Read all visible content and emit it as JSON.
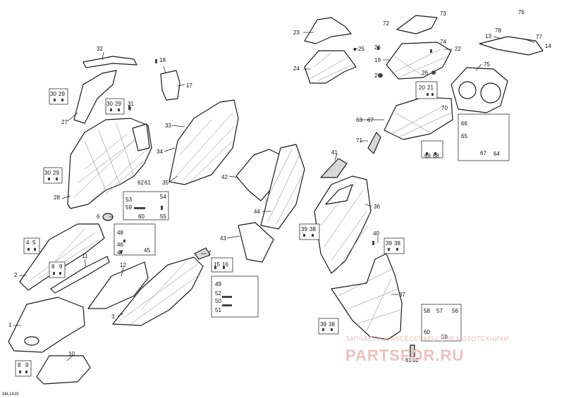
{
  "diagram": {
    "code": "34L1419",
    "callouts": {
      "c1": "1",
      "c2": "2",
      "c3": "3",
      "c4": "4",
      "c5": "5",
      "c6": "6",
      "c7": "7",
      "c8a": "8",
      "c9a": "9",
      "c8b": "8",
      "c9b": "9",
      "c10": "10",
      "c11": "11",
      "c12": "12",
      "c13": "13",
      "c14": "14",
      "c15": "15",
      "c16": "16",
      "c17": "17",
      "c18": "18",
      "c19": "19",
      "c20": "20",
      "c21": "21",
      "c22": "22",
      "c23": "23",
      "c24": "24",
      "c25": "25",
      "c26a": "26",
      "c26b": "26",
      "c26c": "26",
      "c27": "27",
      "c28": "28",
      "c29a": "29",
      "c30a": "30",
      "c29b": "29",
      "c30b": "30",
      "c29c": "29",
      "c30c": "30",
      "c31": "31",
      "c32": "32",
      "c33": "33",
      "c34": "34",
      "c35": "35",
      "c36": "36",
      "c37": "37",
      "c38a": "38",
      "c39a": "39",
      "c38b": "38",
      "c39b": "39",
      "c38c": "38",
      "c39c": "39",
      "c40": "40",
      "c41": "41",
      "c42": "42",
      "c43": "43",
      "c44": "44",
      "c45": "45",
      "c46": "46",
      "c47": "47",
      "c48": "48",
      "c49": "49",
      "c50": "50",
      "c51": "51",
      "c52": "52",
      "c53": "53",
      "c54": "54",
      "c55": "55",
      "c56": "56",
      "c57": "57",
      "c58": "58",
      "c59a": "59",
      "c59b": "59",
      "c60a": "60",
      "c60b": "60",
      "c61a": "61",
      "c62a": "62",
      "c61b": "61",
      "c62b": "62",
      "c63": "63",
      "c64": "64",
      "c65": "65",
      "c66": "66",
      "c67a": "67",
      "c67b": "67",
      "c68": "68",
      "c69": "69",
      "c70": "70",
      "c71": "71",
      "c72": "72",
      "c73": "73",
      "c74": "74",
      "c75": "75",
      "c76": "76",
      "c77": "77",
      "c78": "78"
    }
  },
  "watermark": {
    "subtitle": "ЗАПЧАСТИ И АКСЕССУАРЫ ДЛЯ МОТОТЕХНИКИ",
    "brand": "PARTSFOR.RU"
  },
  "colors": {
    "line": "#1a1a1a",
    "watermark": "#f0c0c0"
  }
}
